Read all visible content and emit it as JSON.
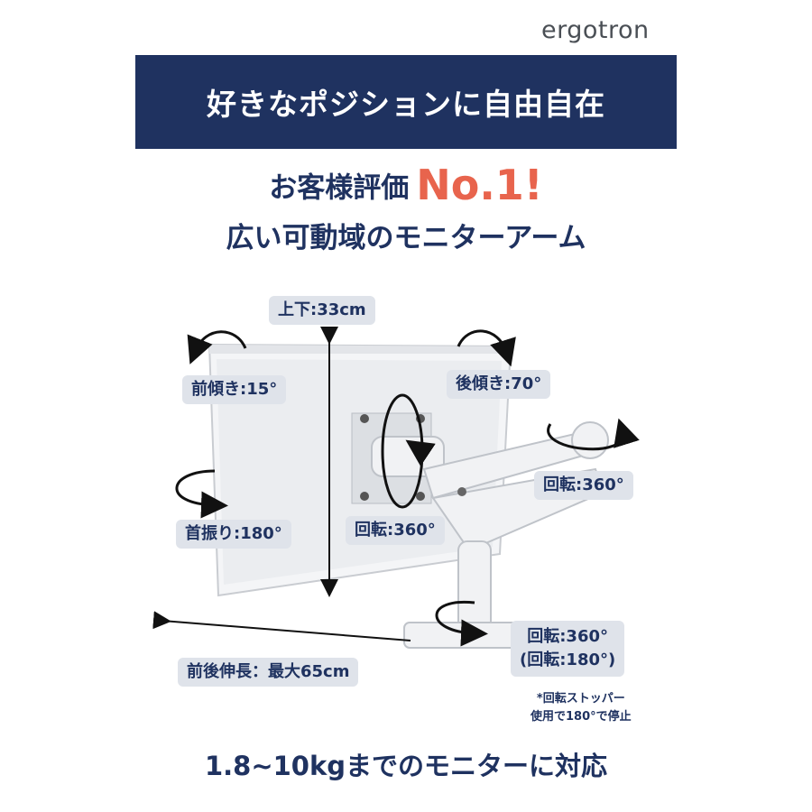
{
  "brand": {
    "logo_text": "ergotron"
  },
  "banner": {
    "title": "好きなポジションに自由自在"
  },
  "headline": {
    "prefix": "お客様評価",
    "highlight": "No.1!",
    "subtitle": "広い可動域のモニターアーム"
  },
  "labels": {
    "vertical": "上下:33cm",
    "tilt_forward": "前傾き:15°",
    "tilt_back": "後傾き:70°",
    "swivel": "首振り:180°",
    "rotate_monitor": "回転:360°",
    "rotate_arm": "回転:360°",
    "rotate_base": "回転:360°",
    "rotate_base_alt": "(回転:180°)",
    "extension": "前後伸長：最大65cm"
  },
  "note": {
    "line1": "*回転ストッパー",
    "line2": "使用で180°で停止"
  },
  "footer": {
    "text": "1.8~10kgまでのモニターに対応"
  }
}
